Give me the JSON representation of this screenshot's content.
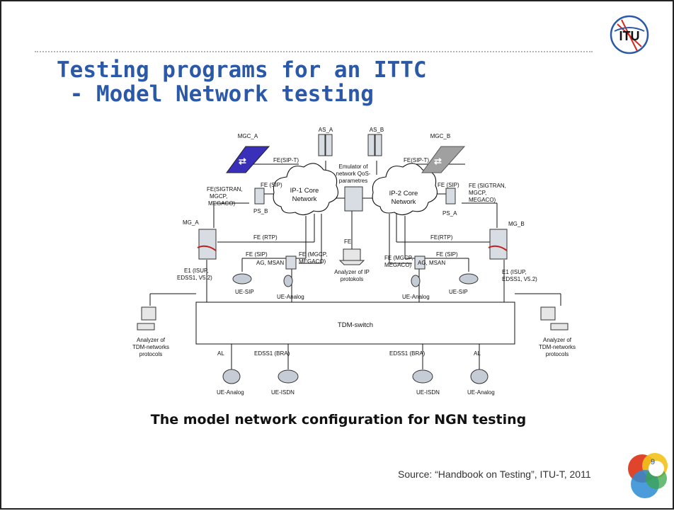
{
  "slide": {
    "title_line1": "Testing programs for an ITTC",
    "title_line2": " - Model Network testing",
    "logo_text": "ITU",
    "caption": "The model network configuration for NGN testing",
    "source": "Source: “Handbook on Testing”, ITU-T, 2011",
    "page_number": "9"
  },
  "colors": {
    "title": "#2b59a8",
    "mgc_a": "#3a2fb8",
    "mgc_b": "#a0a0a0",
    "logo_blue": "#2b59a8",
    "logo_red": "#d9261c"
  },
  "diagram": {
    "mgc_a": "MGC_A",
    "mgc_b": "MGC_B",
    "as_a": "AS_A",
    "as_b": "AS_B",
    "cloud_1": [
      "IP-1 Core",
      "Network"
    ],
    "cloud_2": [
      "IP-2 Core",
      "Network"
    ],
    "emulator": [
      "Emulator of",
      "network QoS-",
      "parametres"
    ],
    "fe_sipt_a": "FE(SIP-T)",
    "fe_sipt_b": "FE(SIP-T)",
    "fe_sigtran_a": [
      "FE(SIGTRAN,",
      "MGCP,",
      "MEGACO)"
    ],
    "fe_sigtran_b": [
      "FE (SIGTRAN,",
      "MGCP,",
      "MEGACO)"
    ],
    "fe_sip_ps_b": "FE (SIP)",
    "fe_sip_ps_a": "FE (SIP)",
    "ps_b": "PS_B",
    "ps_a": "PS_A",
    "mg_a": "MG_A",
    "mg_b": "MG_B",
    "fe_rtp_a": "FE (RTP)",
    "fe_rtp_b": "FE(RTP)",
    "fe_sip_ue_a": "FE (SIP)",
    "fe_sip_ue_b": "FE (SIP)",
    "fe_mgcp_a": [
      "FE (MGCP,",
      "MEGACO)"
    ],
    "fe_mgcp_b": [
      "FE (MGCP,",
      "MEGACO)"
    ],
    "ag_msan_a": "AG, MSAN",
    "ag_msan_b": "AG, MSAN",
    "fe_analyzer": "FE",
    "analyzer_ip": [
      "Analyzer of IP",
      "protokols"
    ],
    "e1_a": [
      "E1 (ISUP,",
      "EDSS1, V5.2)"
    ],
    "e1_b": [
      "E1 (ISUP,",
      "EDSS1, V5.2)"
    ],
    "ue_sip_a": "UE-SIP",
    "ue_sip_b": "UE-SIP",
    "ue_analog_a": "UE-Analog",
    "ue_analog_b": "UE-Analog",
    "tdm_switch": "TDM-switch",
    "analyzer_tdm_left": [
      "Analyzer of",
      "TDM-networks",
      "protocols"
    ],
    "analyzer_tdm_right": [
      "Analyzer of",
      "TDM-networks",
      "protocols"
    ],
    "al_left": "AL",
    "al_right": "AL",
    "edss1_left": "EDSS1 (BRA)",
    "edss1_right": "EDSS1 (BRA)",
    "ue_analog_bottom_left": "UE-Analog",
    "ue_isdn_left": "UE-ISDN",
    "ue_isdn_right": "UE-ISDN",
    "ue_analog_bottom_right": "UE-Analog"
  }
}
